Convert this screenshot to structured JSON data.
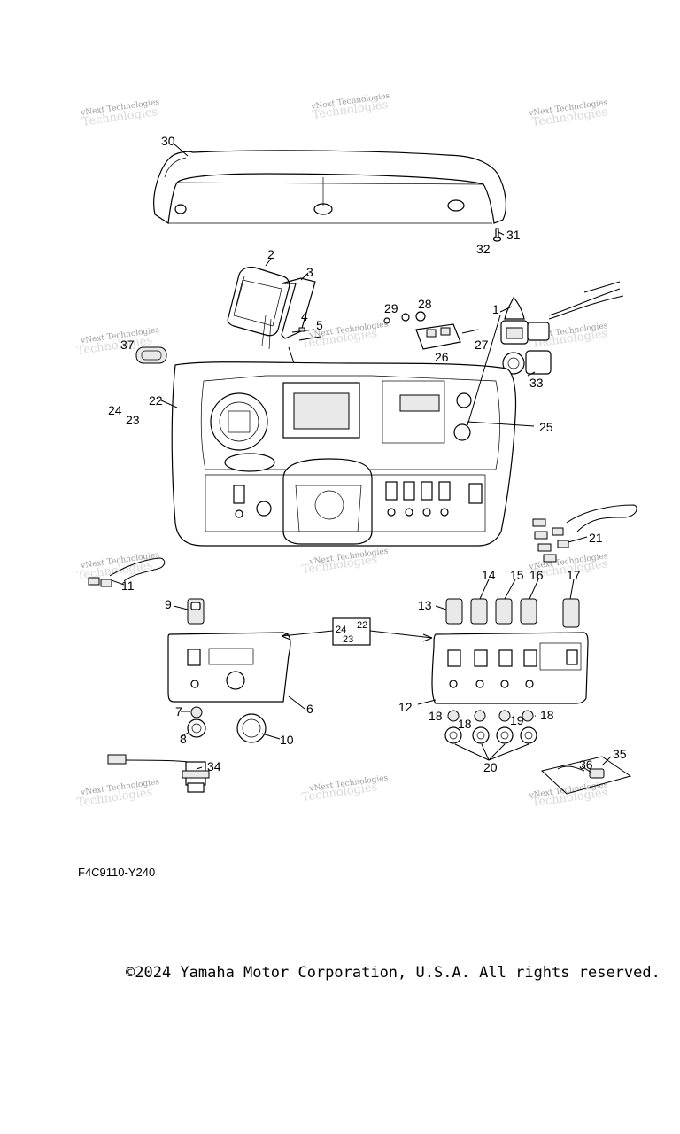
{
  "watermark": {
    "line1": "vNext Technologies",
    "line2": "Technologies"
  },
  "callouts": {
    "c1": "1",
    "c2": "2",
    "c3": "3",
    "c4": "4",
    "c5": "5",
    "c6": "6",
    "c7": "7",
    "c8": "8",
    "c9": "9",
    "c10": "10",
    "c11": "11",
    "c12": "12",
    "c13": "13",
    "c14": "14",
    "c15": "15",
    "c16": "16",
    "c17": "17",
    "c18": "18",
    "c19": "19",
    "c20": "20",
    "c21": "21",
    "c22": "22",
    "c23": "23",
    "c24": "24",
    "c25": "25",
    "c26": "26",
    "c27": "27",
    "c28": "28",
    "c29": "29",
    "c30": "30",
    "c31": "31",
    "c32": "32",
    "c33": "33",
    "c34": "34",
    "c35": "35",
    "c36": "36",
    "c37": "37"
  },
  "figure_code": "F4C9110-Y240",
  "copyright": "©2024 Yamaha Motor Corporation, U.S.A. All rights reserved."
}
